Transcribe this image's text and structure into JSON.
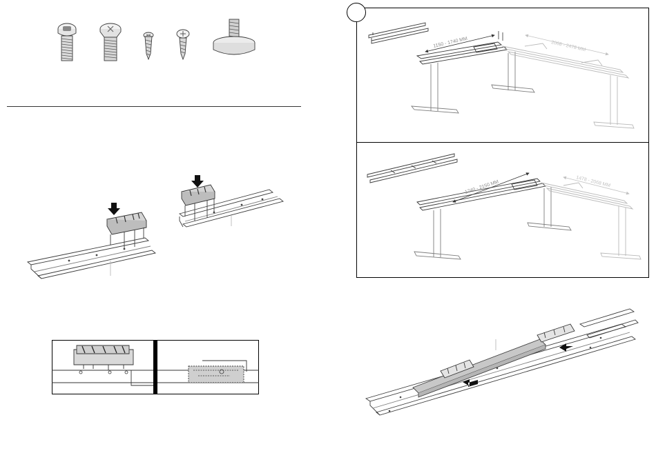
{
  "step_badge": "",
  "dimensions": {
    "top_left": "1150 - 1740 MM",
    "top_right": "2068 - 2478 MM",
    "bottom_left": "1740 - 2150 MM",
    "bottom_right": "1478 - 2068 MM"
  },
  "colors": {
    "line": "#3a3a3a",
    "light_line": "#b9b9b9",
    "gray_fill": "#c8c8c8",
    "frame": "#000000"
  }
}
